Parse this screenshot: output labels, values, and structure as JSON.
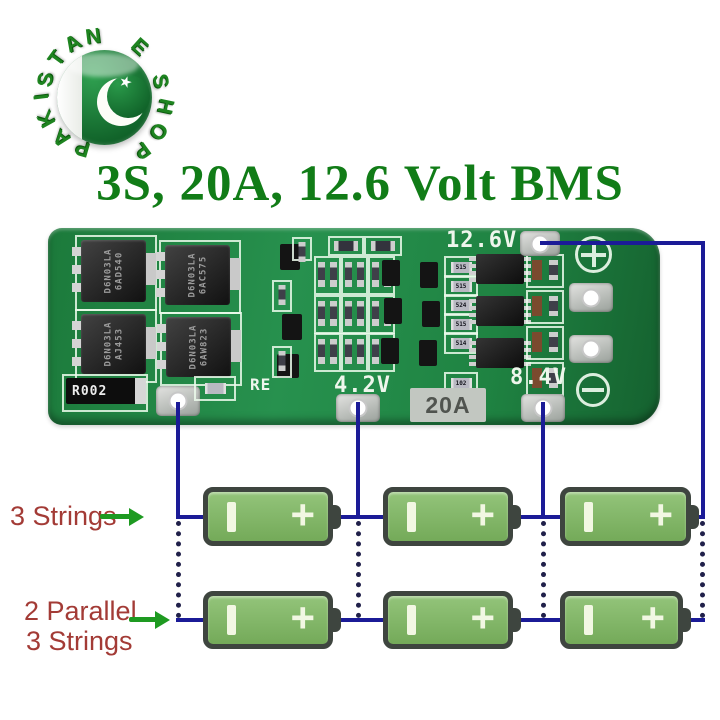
{
  "title": "3S, 20A, 12.6 Volt BMS",
  "logo": {
    "arc_letters": [
      "P",
      "A",
      "K",
      "I",
      "S",
      "T",
      "A",
      "N",
      "E",
      "S",
      "H",
      "O",
      "P"
    ],
    "star": "★"
  },
  "board": {
    "voltage_full": "12.6V",
    "voltage_mid": "8.4V",
    "voltage_cell": "4.2V",
    "current_rating": "20A",
    "silkscreen_re": "RE",
    "shunt_label": "R002",
    "mosfet_label": "D6N03LA",
    "mosfet_codes": [
      "6AD540",
      "6AC575",
      "AJ453",
      "6AW823"
    ],
    "smd_labels": [
      "515",
      "515",
      "524",
      "515",
      "514",
      "102"
    ]
  },
  "diagram": {
    "series_label": "3 Strings",
    "parallel_label_line1": "2 Parallel",
    "parallel_label_line2": "3 Strings",
    "battery_plus": "+"
  },
  "colors": {
    "title_green": "#117c17",
    "logo_green": "#1e8420",
    "pcb_green": "#27914e",
    "wire_blue": "#1b1b97",
    "battery_green": "#84b76a",
    "label_red": "#a33b36",
    "arrow_green": "#1e9a21"
  }
}
